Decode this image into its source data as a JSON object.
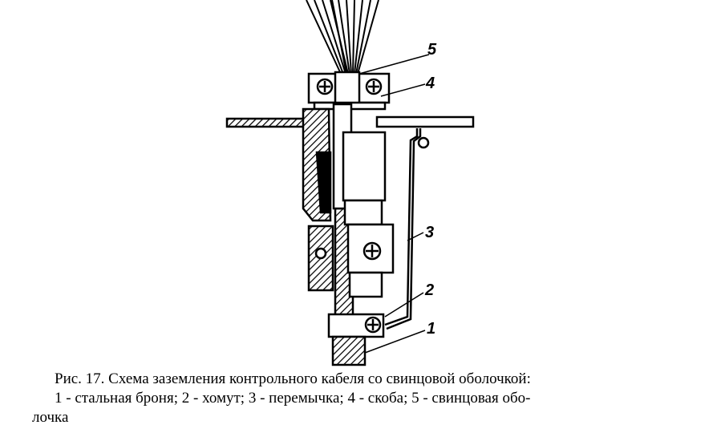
{
  "figure": {
    "labels": [
      "1",
      "2",
      "3",
      "4",
      "5"
    ]
  },
  "caption": {
    "title": "Рис. 17. Схема заземления контрольного кабеля со свинцовой оболочкой:",
    "legend_line": "1 - стальная броня; 2 - хомут; 3 - перемычка; 4 - скоба; 5 - свинцовая обо-",
    "legend_cont": "лочка"
  }
}
